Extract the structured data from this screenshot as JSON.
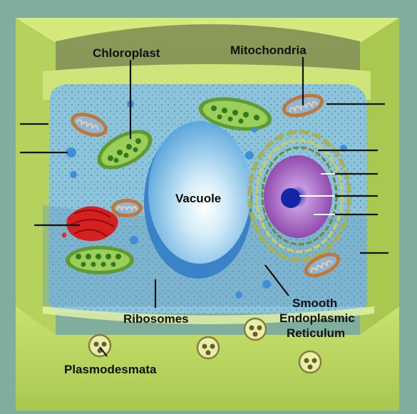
{
  "diagram": {
    "labels": {
      "chloroplast": "Chloroplast",
      "mitochondria": "Mitochondria",
      "vacuole": "Vacuole",
      "ribosomes": "Ribosomes",
      "smooth_er_line1": "Smooth",
      "smooth_er_line2": "Endoplasmic",
      "smooth_er_line3": "Reticulum",
      "plasmodesmata": "Plasmodesmata"
    },
    "colors": {
      "background": "#7fae9c",
      "cell_wall": "#c8e06a",
      "cell_wall_dark": "#8fae3c",
      "cytoplasm": "#8fc6dc",
      "vacuole": "#b8dcf0",
      "nucleus": "#b583c9",
      "golgi": "#d81e1e",
      "chloroplast": "#7cb648",
      "mitochondria": "#e0a060"
    }
  }
}
